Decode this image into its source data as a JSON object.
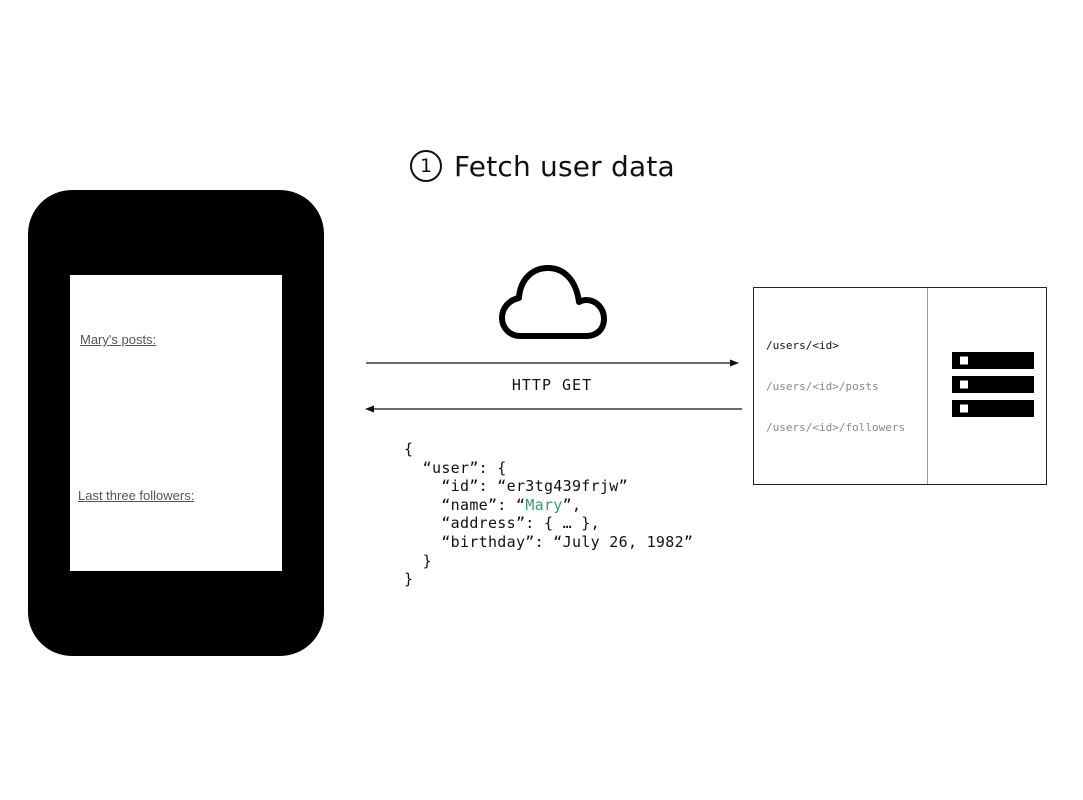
{
  "title": {
    "step_number": "1",
    "text": "Fetch user data"
  },
  "phone": {
    "posts_label": "Mary's posts:",
    "followers_label": "Last three followers:"
  },
  "request": {
    "method_label": "HTTP GET"
  },
  "response": {
    "lines": [
      "{",
      "  “user”: {",
      "    “id”: “er3tg439frjw”",
      "    “name”: “Mary”,",
      "    “address”: { … },",
      "    “birthday”: “July 26, 1982”",
      "  }",
      "}"
    ],
    "name_line": {
      "prefix": "    “name”: “",
      "value": "Mary",
      "suffix": "”,"
    },
    "highlight_color": "#3a9a70"
  },
  "server": {
    "endpoints": [
      {
        "path": "/users/<id>",
        "state": "active"
      },
      {
        "path": "/users/<id>/posts",
        "state": "inactive"
      },
      {
        "path": "/users/<id>/followers",
        "state": "inactive"
      }
    ]
  },
  "icons": {
    "cloud": "cloud-icon",
    "database": "server-rack-icon",
    "request_arrow": "arrow-right-icon",
    "response_arrow": "arrow-left-icon"
  }
}
